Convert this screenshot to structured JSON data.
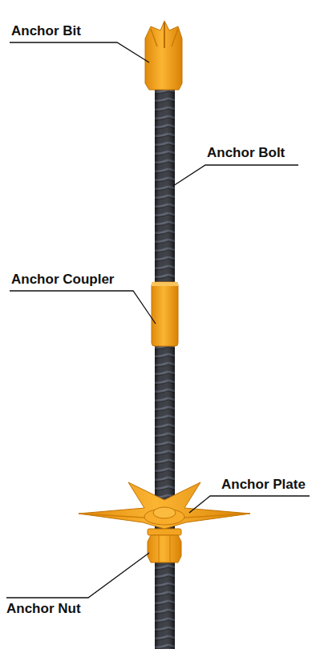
{
  "diagram": {
    "labels": [
      "Anchor Bit",
      "Anchor Bolt",
      "Anchor Coupler",
      "Anchor Plate",
      "Anchor Nut"
    ]
  }
}
